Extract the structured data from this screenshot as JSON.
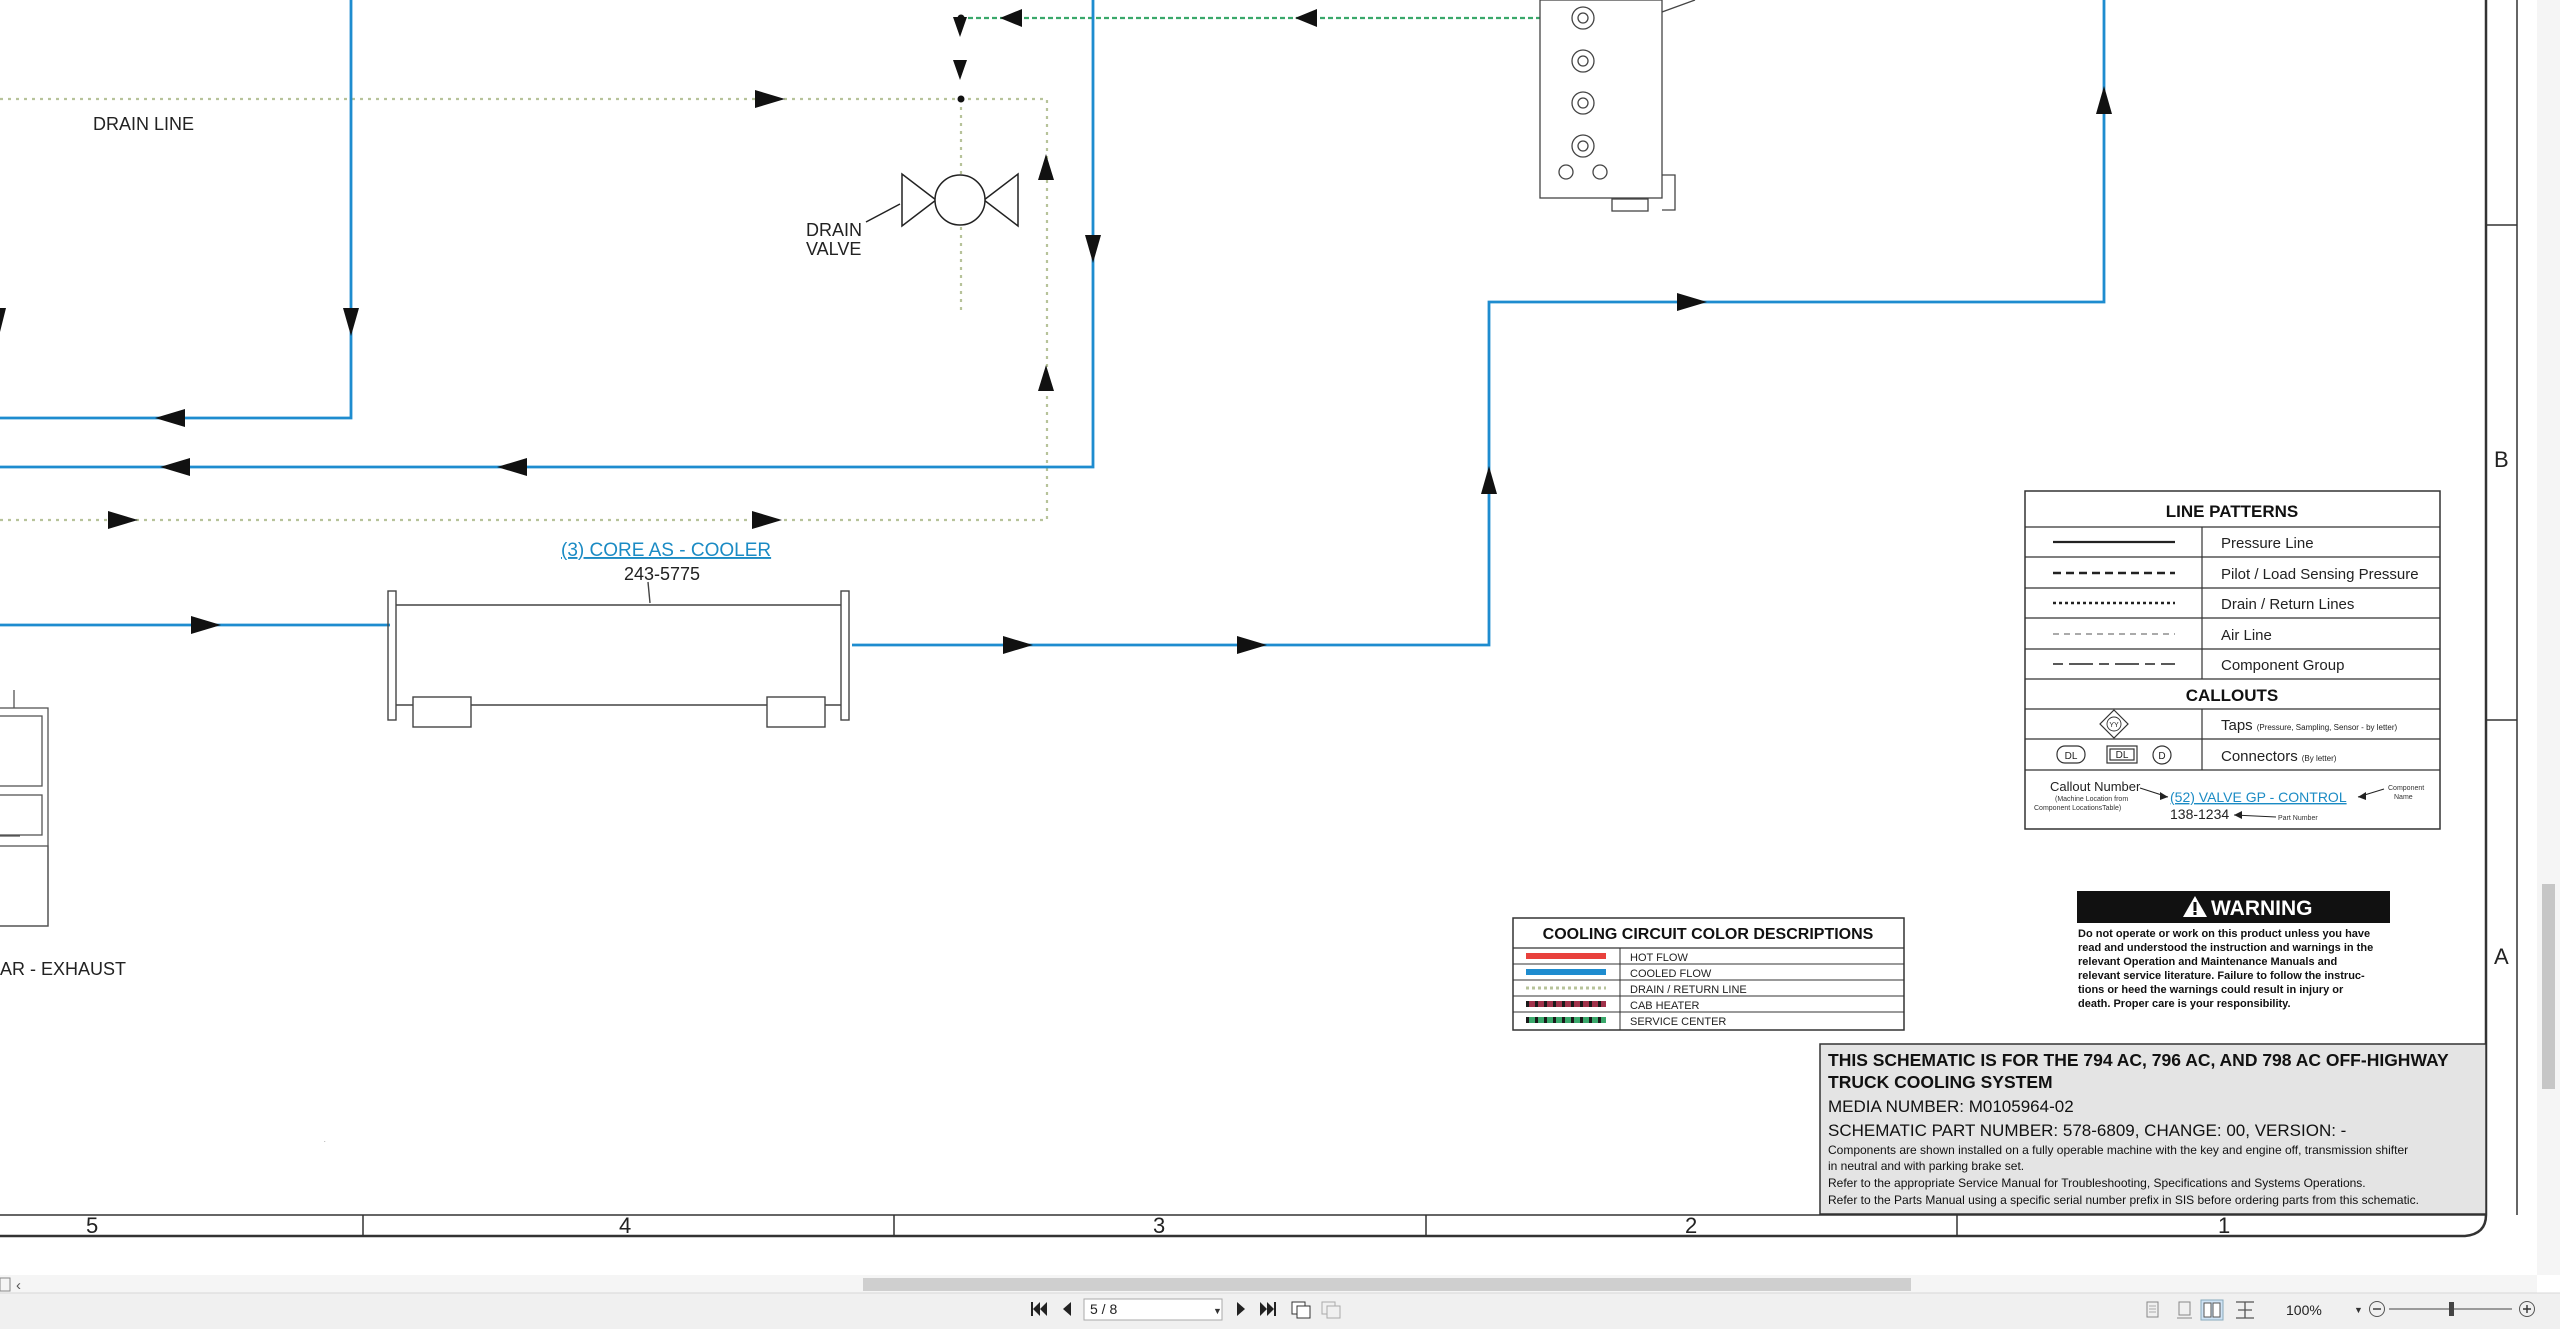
{
  "schematic": {
    "labels": {
      "drain_line": "DRAIN LINE",
      "drain_valve_1": "DRAIN",
      "drain_valve_2": "VALVE",
      "cooler_callout": "(3) CORE AS - COOLER",
      "cooler_part": "243-5775",
      "exhaust": "AR - EXHAUST"
    },
    "zones": {
      "rows": [
        "B",
        "A"
      ],
      "columns": [
        "5",
        "4",
        "3",
        "2",
        "1"
      ]
    }
  },
  "line_patterns": {
    "title": "LINE PATTERNS",
    "rows": [
      {
        "label": "Pressure Line"
      },
      {
        "label": "Pilot / Load Sensing Pressure"
      },
      {
        "label": "Drain / Return Lines"
      },
      {
        "label": "Air Line"
      },
      {
        "label": "Component Group"
      }
    ],
    "callouts_title": "CALLOUTS",
    "taps_label": "Taps",
    "taps_note": "(Pressure, Sampling, Sensor - by letter)",
    "tap_symbol": "YY",
    "connectors_label": "Connectors",
    "connectors_note": "(By letter)",
    "connector_symbols": [
      "DL",
      "DL",
      "D"
    ],
    "example": {
      "callout_number_label": "Callout Number",
      "callout_number_note1": "(Machine Location from",
      "callout_number_note2": "Component LocationsTable)",
      "link": "(52) VALVE GP - CONTROL",
      "part": "138-1234",
      "component_name_1": "Component",
      "component_name_2": "Name",
      "part_number_label": "Part Number"
    }
  },
  "color_descriptions": {
    "title": "COOLING CIRCUIT COLOR DESCRIPTIONS",
    "rows": [
      {
        "label": "HOT FLOW",
        "color": "#e8413c"
      },
      {
        "label": "COOLED FLOW",
        "color": "#1e8ccf"
      },
      {
        "label": "DRAIN / RETURN LINE",
        "color": "#b7c39a"
      },
      {
        "label": "CAB HEATER",
        "color": "#a0324a"
      },
      {
        "label": "SERVICE CENTER",
        "color": "#3aa86b"
      }
    ]
  },
  "warning": {
    "title": "WARNING",
    "lines": [
      "Do not operate or work on this product unless you have",
      "read and understood the instruction and warnings in the",
      "relevant Operation and Maintenance Manuals and",
      "relevant service literature. Failure to follow the instruc-",
      "tions or heed the warnings could result in injury or",
      "death. Proper care is your responsibility."
    ]
  },
  "title_block": {
    "line1": "THIS SCHEMATIC IS FOR THE 794 AC, 796 AC, AND 798 AC OFF-HIGHWAY",
    "line2": "TRUCK COOLING SYSTEM",
    "media": "MEDIA NUMBER: M0105964-02",
    "part": "SCHEMATIC PART NUMBER: 578-6809, CHANGE: 00, VERSION: -",
    "note1": "Components are shown installed on a fully operable machine with the key and engine off, transmission shifter",
    "note2": "in neutral and with parking brake set.",
    "note3": "Refer to the appropriate Service Manual for Troubleshooting, Specifications and Systems Operations.",
    "note4": "Refer to the Parts Manual using a specific serial number prefix in SIS before ordering parts from this schematic."
  },
  "toolbar": {
    "page_value": "5 / 8",
    "zoom_value": "100%"
  },
  "colors": {
    "cooled_flow": "#1e8ccf",
    "drain_line": "#b7c39a",
    "service_center": "#3aa86b",
    "link": "#1b8bc4"
  }
}
